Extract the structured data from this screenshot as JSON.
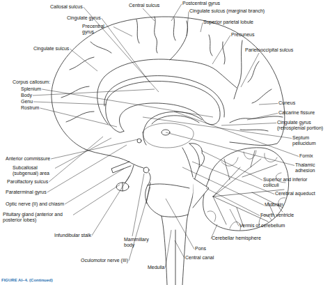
{
  "diagram": {
    "caption": "FIGURE AI–4. (Continued)",
    "labels": [
      "Callosal sulcus",
      "Precentral gyrus",
      "Central sulcus",
      "Postcentral gyrus",
      "Cingulate sulcus (marginal branch)",
      "Cingulate gyrus",
      "Superior parietal lobule",
      "Precuneus",
      "Parietooccipital sulcus",
      "Cingulate sulcus",
      "Corpus callosum:",
      "Splenium",
      "Body",
      "Genu",
      "Rostrum",
      "Cuneus",
      "Calcarine fissure",
      "Cingulate gyrus (retrosplenial portion)",
      "Septum pellucidum",
      "Fornix",
      "Thalamic adhesion",
      "Superior and inferior colliculi",
      "Cerebral aqueduct",
      "Midbrain",
      "Fourth ventricle",
      "Vermis of cerebellum",
      "Cerebellar hemisphere",
      "Pons",
      "Central canal",
      "Medulla",
      "Anterior commissure",
      "Subcallosal (subgenual) area",
      "Parolfactory sulcus",
      "Paraterminal gyrus",
      "Optic nerve (II) and chiasm",
      "Pituitary gland (anterior and posterior lobes)",
      "Infundibular stalk",
      "Mammillary body",
      "Oculomotor nerve (III)"
    ]
  }
}
